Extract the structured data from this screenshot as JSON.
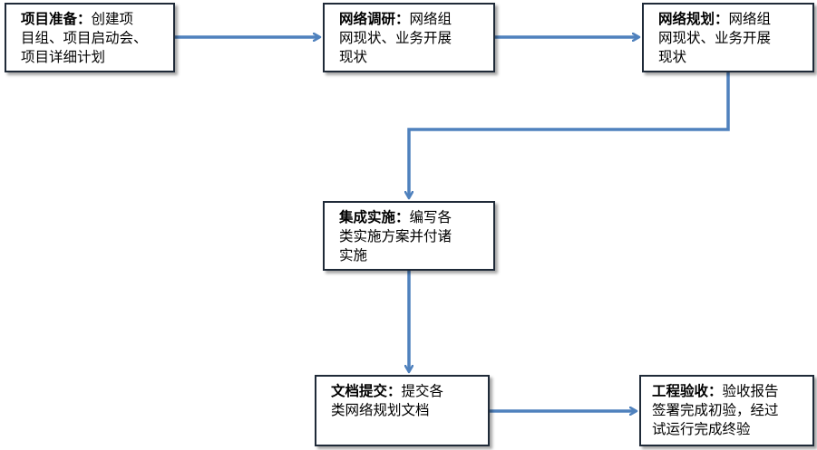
{
  "colors": {
    "arrow": "#4f81bd",
    "box_border": "#1f2a38",
    "text": "#000000"
  },
  "steps": {
    "prep": {
      "title": "项目准备：",
      "lines": [
        "创建项",
        "目组、项目启动会、",
        "项目详细计划"
      ]
    },
    "survey": {
      "title": "网络调研：",
      "lines": [
        "网络组",
        "网现状、业务开展",
        "现状"
      ]
    },
    "plan": {
      "title": "网络规划：",
      "lines": [
        "网络组",
        "网现状、业务开展",
        "现状"
      ]
    },
    "impl": {
      "title": "集成实施：",
      "lines": [
        "编写各",
        "类实施方案并付诸",
        "实施"
      ]
    },
    "doc": {
      "title": "文档提交：",
      "lines": [
        "提交各",
        "类网络规划文档"
      ]
    },
    "accept": {
      "title": "工程验收：",
      "lines": [
        "验收报告",
        "签署完成初验，经过",
        "试运行完成终验"
      ]
    }
  }
}
